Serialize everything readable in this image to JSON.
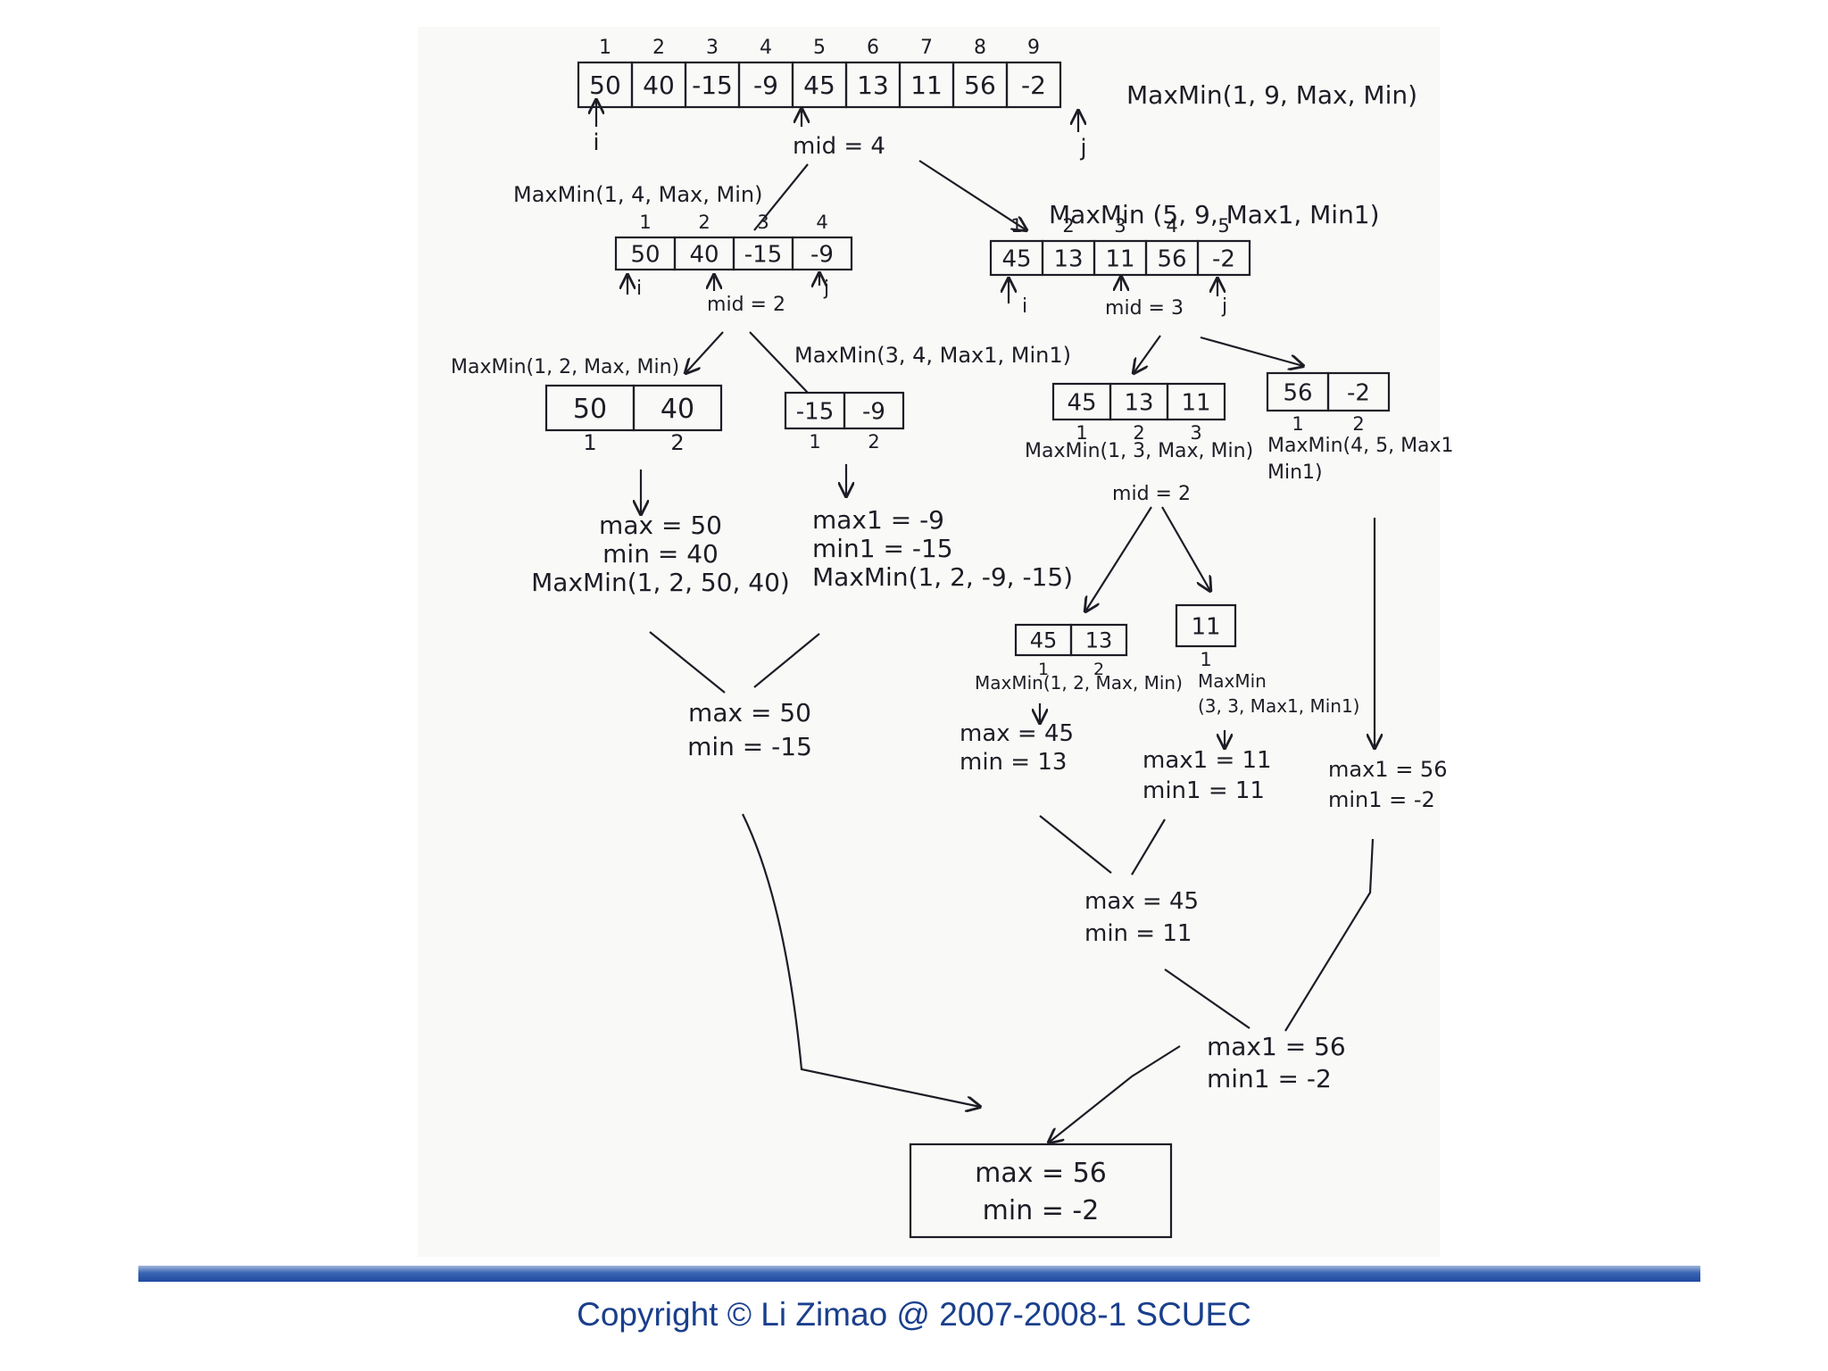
{
  "diagram": {
    "root": {
      "indices": [
        "1",
        "2",
        "3",
        "4",
        "5",
        "6",
        "7",
        "8",
        "9"
      ],
      "values": [
        "50",
        "40",
        "-15",
        "-9",
        "45",
        "13",
        "11",
        "56",
        "-2"
      ],
      "call": "MaxMin(1, 9, Max, Min)",
      "i_label": "i",
      "j_label": "j",
      "mid": "mid = 4"
    },
    "left": {
      "call": "MaxMin(1, 4, Max, Min)",
      "indices": [
        "1",
        "2",
        "3",
        "4"
      ],
      "values": [
        "50",
        "40",
        "-15",
        "-9"
      ],
      "i_label": "i",
      "j_label": "j",
      "mid": "mid = 2"
    },
    "right": {
      "call": "MaxMin (5, 9, Max1, Min1)",
      "indices": [
        "1",
        "2",
        "3",
        "4",
        "5"
      ],
      "values": [
        "45",
        "13",
        "11",
        "56",
        "-2"
      ],
      "i_label": "i",
      "j_label": "j",
      "mid": "mid = 3"
    },
    "ll": {
      "call": "MaxMin(1, 2, Max, Min)",
      "indices": [
        "1",
        "2"
      ],
      "values": [
        "50",
        "40"
      ],
      "result": [
        "max = 50",
        "min = 40",
        "MaxMin(1, 2, 50, 40)"
      ]
    },
    "lr": {
      "call": "MaxMin(3, 4, Max1, Min1)",
      "indices": [
        "1",
        "2"
      ],
      "values": [
        "-15",
        "-9"
      ],
      "result": [
        "max1 = -9",
        "min1 = -15",
        "MaxMin(1, 2, -9, -15)"
      ]
    },
    "left_merge": [
      "max = 50",
      "min = -15"
    ],
    "rl": {
      "indices": [
        "1",
        "2",
        "3"
      ],
      "values": [
        "45",
        "13",
        "11"
      ],
      "call": "MaxMin(1, 3, Max, Min)",
      "mid": "mid = 2"
    },
    "rr": {
      "indices": [
        "1",
        "2"
      ],
      "values": [
        "56",
        "-2"
      ],
      "call_lines": [
        "MaxMin(4, 5, Max1",
        "Min1)"
      ],
      "result": [
        "max1 = 56",
        "min1 = -2"
      ]
    },
    "rll": {
      "indices": [
        "1",
        "2"
      ],
      "values": [
        "45",
        "13"
      ],
      "call": "MaxMin(1, 2, Max, Min)",
      "result": [
        "max = 45",
        "min = 13"
      ]
    },
    "rlr": {
      "indices": [
        "1"
      ],
      "values": [
        "11"
      ],
      "call_lines": [
        "MaxMin",
        "(3, 3, Max1, Min1)"
      ],
      "result": [
        "max1 = 11",
        "min1 = 11"
      ]
    },
    "rl_merge": [
      "max = 45",
      "min = 11"
    ],
    "right_merge": [
      "max1 = 56",
      "min1 = -2"
    ],
    "final": [
      "max = 56",
      "min = -2"
    ]
  },
  "footer": {
    "copyright": "Copyright © Li Zimao  @ 2007-2008-1 SCUEC"
  },
  "colors": {
    "ink": "#1d1d26",
    "footer_text": "#1a3f8c",
    "footer_bar": "#2b57a8"
  }
}
